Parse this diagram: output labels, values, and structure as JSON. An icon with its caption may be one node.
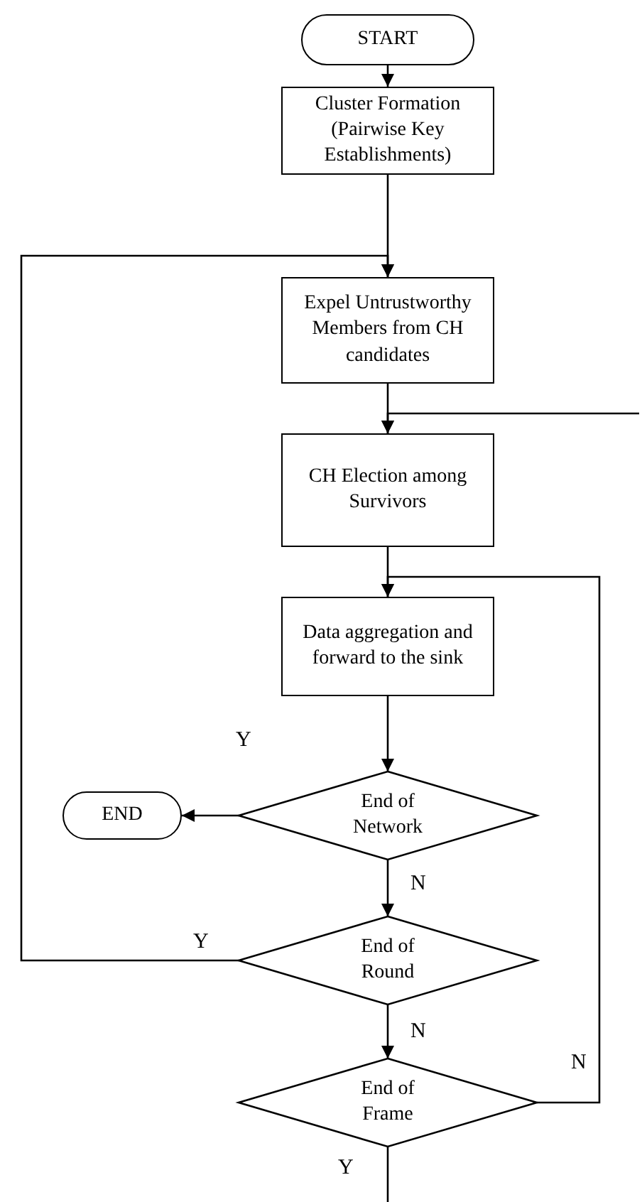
{
  "diagram": {
    "nodes": [
      {
        "text": [
          "START"
        ]
      },
      {
        "text": [
          "Cluster Formation (Pairwise Key Establishments)"
        ]
      },
      {
        "text": [
          "Expel Untrustworthy Members from CH candidates"
        ]
      },
      {
        "text": [
          "CH Election among Survivors"
        ]
      },
      {
        "text": [
          "Data aggregation and forward to the sink"
        ]
      },
      {
        "text": [
          "End of Network"
        ]
      },
      {
        "text": [
          "END"
        ]
      },
      {
        "text": [
          "End of Round"
        ]
      },
      {
        "text": [
          "End of Frame"
        ]
      }
    ],
    "edges": [
      {
        "from": 0,
        "to": 1,
        "arrow": "to"
      },
      {
        "from": 1,
        "to": 2,
        "arrow": "to"
      },
      {
        "from": 2,
        "to": 3,
        "arrow": "to"
      },
      {
        "from": null,
        "to": 3,
        "arrow": "to"
      },
      {
        "from": 3,
        "to": 4,
        "arrow": "to"
      },
      {
        "from": 4,
        "to": 5,
        "arrow": "to"
      },
      {
        "from": 5,
        "to": 6,
        "label": "Y",
        "arrow": "to"
      },
      {
        "from": 5,
        "to": 7,
        "label": "N",
        "arrow": "to"
      },
      {
        "from": 7,
        "to": 2,
        "label": "Y",
        "arrow": "to"
      },
      {
        "from": 7,
        "to": 8,
        "label": "N",
        "arrow": "to"
      },
      {
        "from": 8,
        "to": 4,
        "label": "N",
        "arrow": "to"
      },
      {
        "from": 8,
        "to": null,
        "label": "Y",
        "arrow": "none"
      }
    ]
  }
}
